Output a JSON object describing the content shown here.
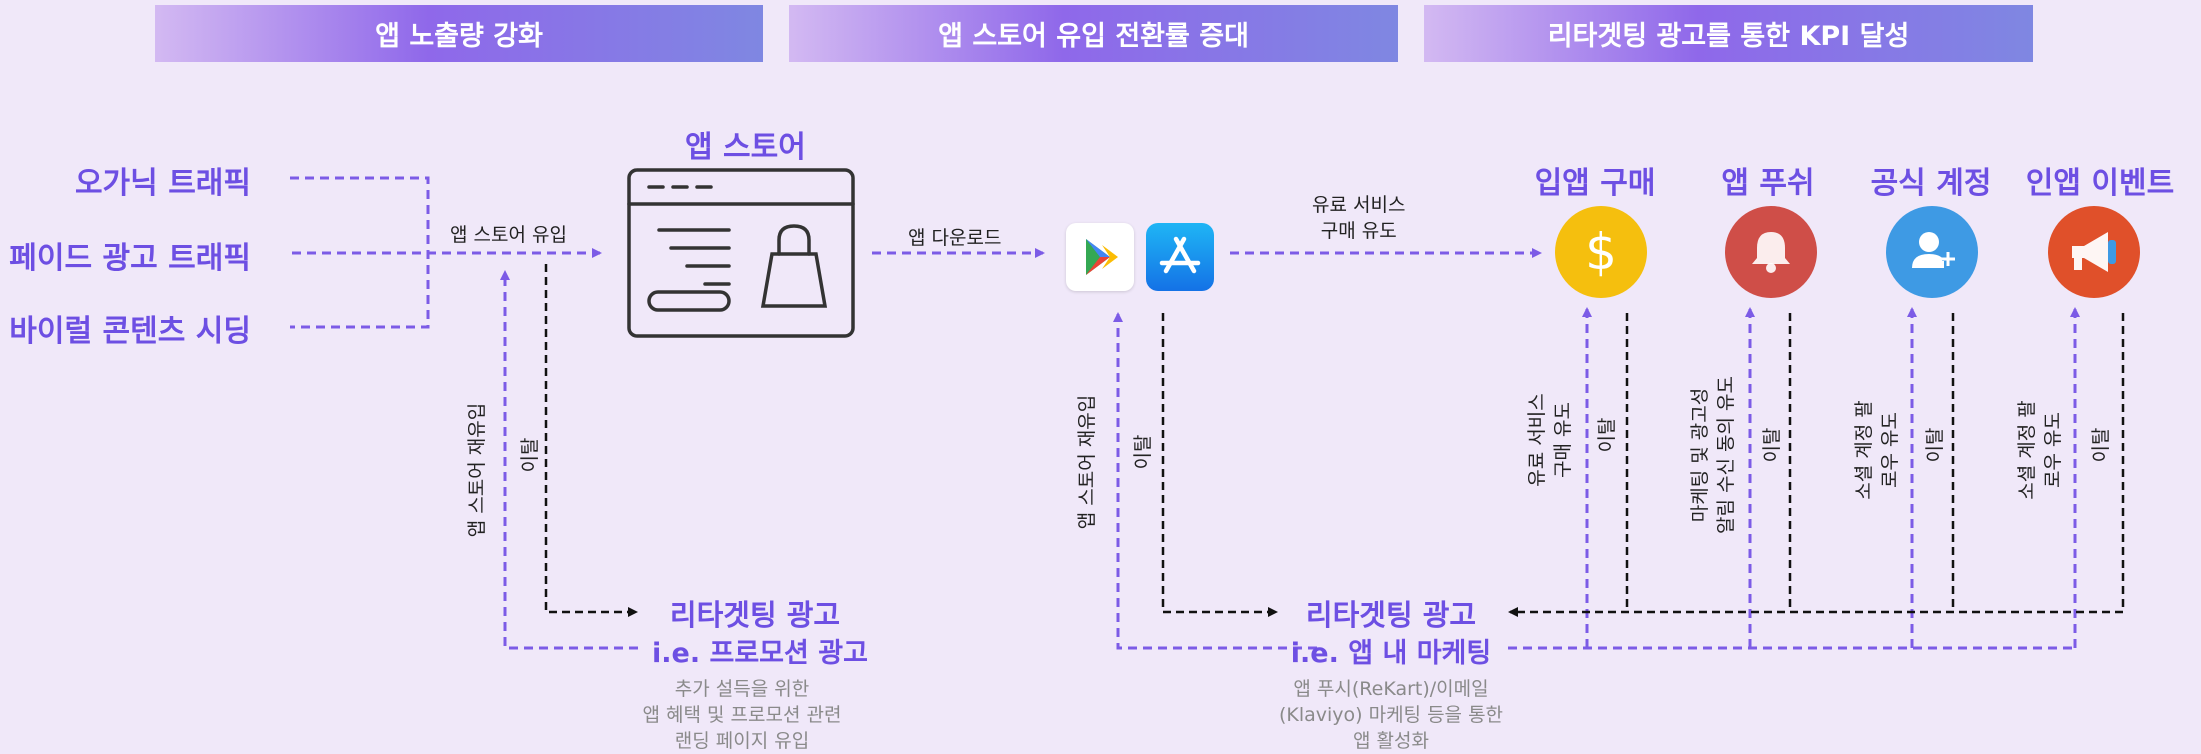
{
  "banners": [
    "앱 노출량 강화",
    "앱 스토어 유입 전환률 증대",
    "리타겟팅 광고를 통한 KPI 달성"
  ],
  "sources": [
    "오가닉 트래픽",
    "페이드 광고 트래픽",
    "바이럴 콘텐츠 시딩"
  ],
  "app_store": {
    "title": "앱 스토어"
  },
  "labels": {
    "store_inflow": "앱 스토어 유입",
    "app_download": "앱 다운로드",
    "paid_service_line1": "유료 서비스",
    "paid_service_line2": "구매 유도",
    "store_reentry": "앱 스토어 재유입",
    "churn": "이탈"
  },
  "kpis": [
    {
      "title": "입앱 구매",
      "icon": "dollar-icon",
      "color": "#f5bf0e",
      "label1": "유료 서비스",
      "label2": "구매 유도"
    },
    {
      "title": "앱 푸쉬",
      "icon": "bell-icon",
      "color": "#cf4e48",
      "label1": "마케팅 및 광고성",
      "label2": "알림 수신 동의 유도"
    },
    {
      "title": "공식 계정",
      "icon": "add-user-icon",
      "color": "#3e9ae4",
      "label1": "소셜 계정 팔",
      "label2": "로우 유도"
    },
    {
      "title": "인앱 이벤트",
      "icon": "megaphone-icon",
      "color": "#e0502a",
      "label1": "소셜 계정 팔",
      "label2": "로우 유도"
    }
  ],
  "retarget_left": {
    "title": "리타겟팅 광고",
    "subtitle": "i.e. 프로모션 광고",
    "desc": [
      "추가 설득을 위한",
      "앱 혜택 및 프로모션 관련",
      "랜딩 페이지 유입"
    ]
  },
  "retarget_right": {
    "title": "리타겟팅 광고",
    "subtitle": "i.e. 앱 내 마케팅",
    "desc": [
      "앱 푸시(ReKart)/이메일",
      "(Klaviyo) 마케팅 등을 통한",
      "앱 활성화"
    ]
  },
  "colors": {
    "accent": "#6d4fe3",
    "dash_purple": "#7c5be6",
    "background": "#f0e8f9"
  }
}
